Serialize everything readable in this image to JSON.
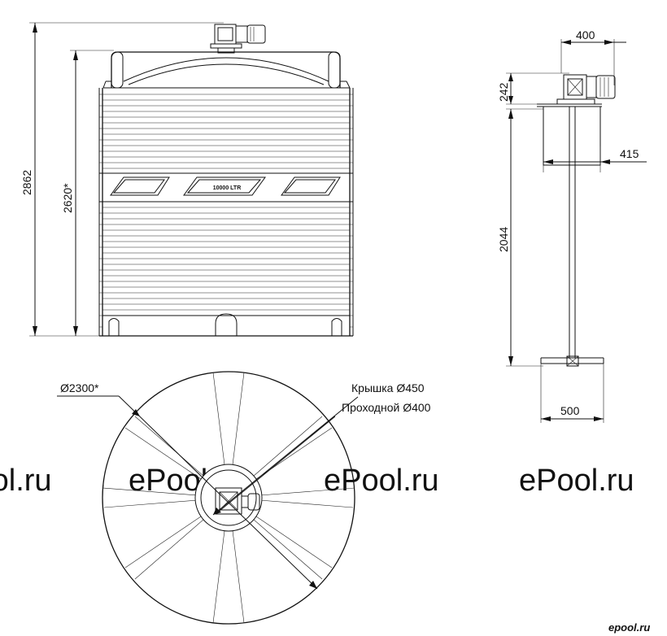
{
  "front_view": {
    "dim_total_height": "2862",
    "dim_tank_height": "2620*",
    "tank_label": "10000 LTR"
  },
  "side_view": {
    "dim_motor_width": "400",
    "dim_motor_height": "242",
    "dim_flange": "415",
    "dim_shaft": "2044",
    "dim_impeller": "500"
  },
  "top_view": {
    "dim_diameter": "Ø2300*",
    "lid_label": "Крышка Ø450",
    "passage_label": "Проходной Ø400"
  },
  "watermark": {
    "text": "ePool.ru",
    "logo": "epool.ru"
  }
}
